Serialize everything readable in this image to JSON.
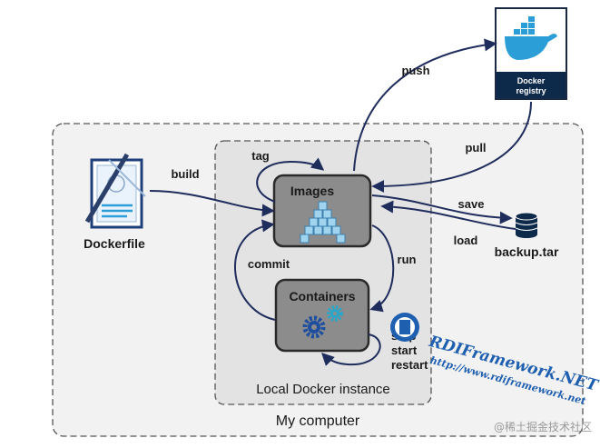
{
  "labels": {
    "my_computer": "My computer",
    "local_instance": "Local Docker instance",
    "images": "Images",
    "containers": "Containers",
    "dockerfile": "Dockerfile",
    "registry_line1": "Docker",
    "registry_line2": "registry",
    "backup": "backup.tar"
  },
  "edges": {
    "build": "build",
    "tag": "tag",
    "push": "push",
    "pull": "pull",
    "save": "save",
    "load": "load",
    "run": "run",
    "commit": "commit",
    "stop": "stop",
    "start": "start",
    "restart": "restart"
  },
  "watermark": {
    "line1": "RDIFramework.NET",
    "line2": "http://www.rdiframework.net",
    "corner": "@稀土掘金技术社区"
  },
  "colors": {
    "arrow": "#1f2d5c",
    "box_fill": "#8c8c8c",
    "box_stroke": "#2a2a2a",
    "outer_bg": "#f2f2f2",
    "inner_bg": "#e3e3e3",
    "dashed": "#555555",
    "docker_blue": "#2b9ed8",
    "registry_dark": "#0e2a4a",
    "watermark_blue": "#1f5fb0"
  }
}
